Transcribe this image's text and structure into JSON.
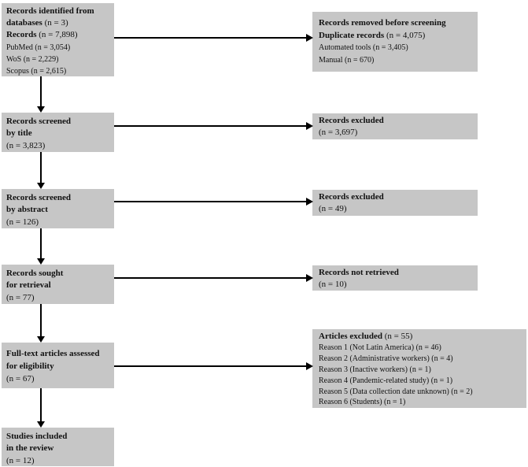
{
  "colors": {
    "box_background": "#c6c6c6",
    "text": "#111111",
    "arrow": "#000000",
    "page_background": "#ffffff"
  },
  "flow": {
    "identification": {
      "l1b": "Records identified from",
      "l2b": "databases",
      "l2r": " (n = 3)",
      "l3b": "Records",
      "l3r": " (n = 7,898)",
      "s1": "PubMed (n = 3,054)",
      "s2": "WoS (n = 2,229)",
      "s3": "Scopus (n = 2,615)"
    },
    "removed_before_screening": {
      "l1b": "Records removed before screening",
      "l2b": "Duplicate records",
      "l2r": " (n = 4,075)",
      "s1": "Automated tools (n = 3,405)",
      "s2": "Manual (n = 670)"
    },
    "screened_title": {
      "l1b": "Records screened",
      "l2b": "by title",
      "n": "(n = 3,823)"
    },
    "excluded_title": {
      "l1b": "Records excluded",
      "n": "(n = 3,697)"
    },
    "screened_abstract": {
      "l1b": "Records screened",
      "l2b": "by abstract",
      "n": "(n = 126)"
    },
    "excluded_abstract": {
      "l1b": "Records excluded",
      "n": "(n = 49)"
    },
    "sought_retrieval": {
      "l1b": "Records sought",
      "l2b": "for retrieval",
      "n": "(n = 77)"
    },
    "not_retrieved": {
      "l1b": "Records not retrieved",
      "n": "(n = 10)"
    },
    "fulltext_assessed": {
      "l1b": "Full-text articles assessed",
      "l2b": "for eligibility",
      "n": "(n = 67)"
    },
    "articles_excluded": {
      "l1b": "Articles excluded",
      "l1r": " (n = 55)",
      "reasons": [
        "Reason 1 (Not Latin America) (n = 46)",
        "Reason 2 (Administrative workers) (n = 4)",
        "Reason 3 (Inactive workers) (n = 1)",
        "Reason 4 (Pandemic-related study) (n = 1)",
        "Reason 5 (Data collection date unknown) (n = 2)",
        "Reason 6 (Students) (n = 1)"
      ]
    },
    "included": {
      "l1b": "Studies included",
      "l2b": "in the review",
      "n": "(n = 12)"
    }
  }
}
